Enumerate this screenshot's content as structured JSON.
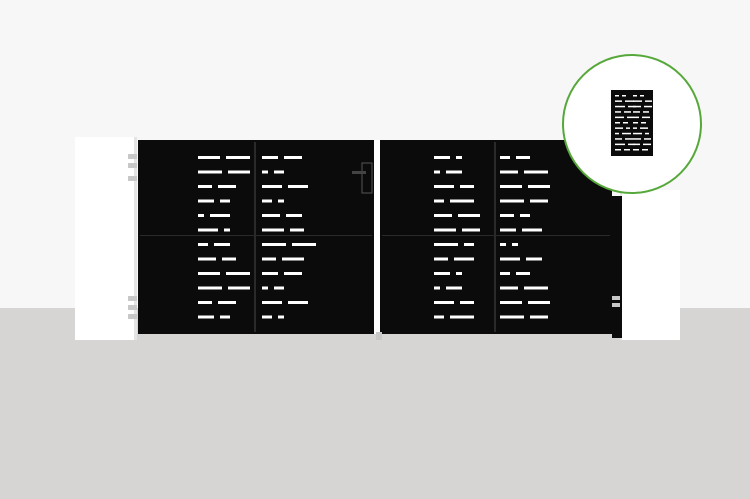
{
  "scene": {
    "subject": "double-leaf-swing-gate",
    "colors": {
      "sky": "#f7f7f7",
      "ground": "#d7d5d4",
      "pillar": "#ffffff",
      "pillar_edge": "#e4e4e4",
      "gate": "#0b0b0b",
      "gate_seam": "#2a2a2a",
      "slot": "#ffffff",
      "hinge": "#c8c8c8",
      "badge_border": "#57a83a",
      "badge_fill": "#ffffff"
    },
    "leaves": [
      "left-leaf",
      "right-leaf"
    ],
    "thumbnail_view": "single-pedestrian-gate"
  }
}
